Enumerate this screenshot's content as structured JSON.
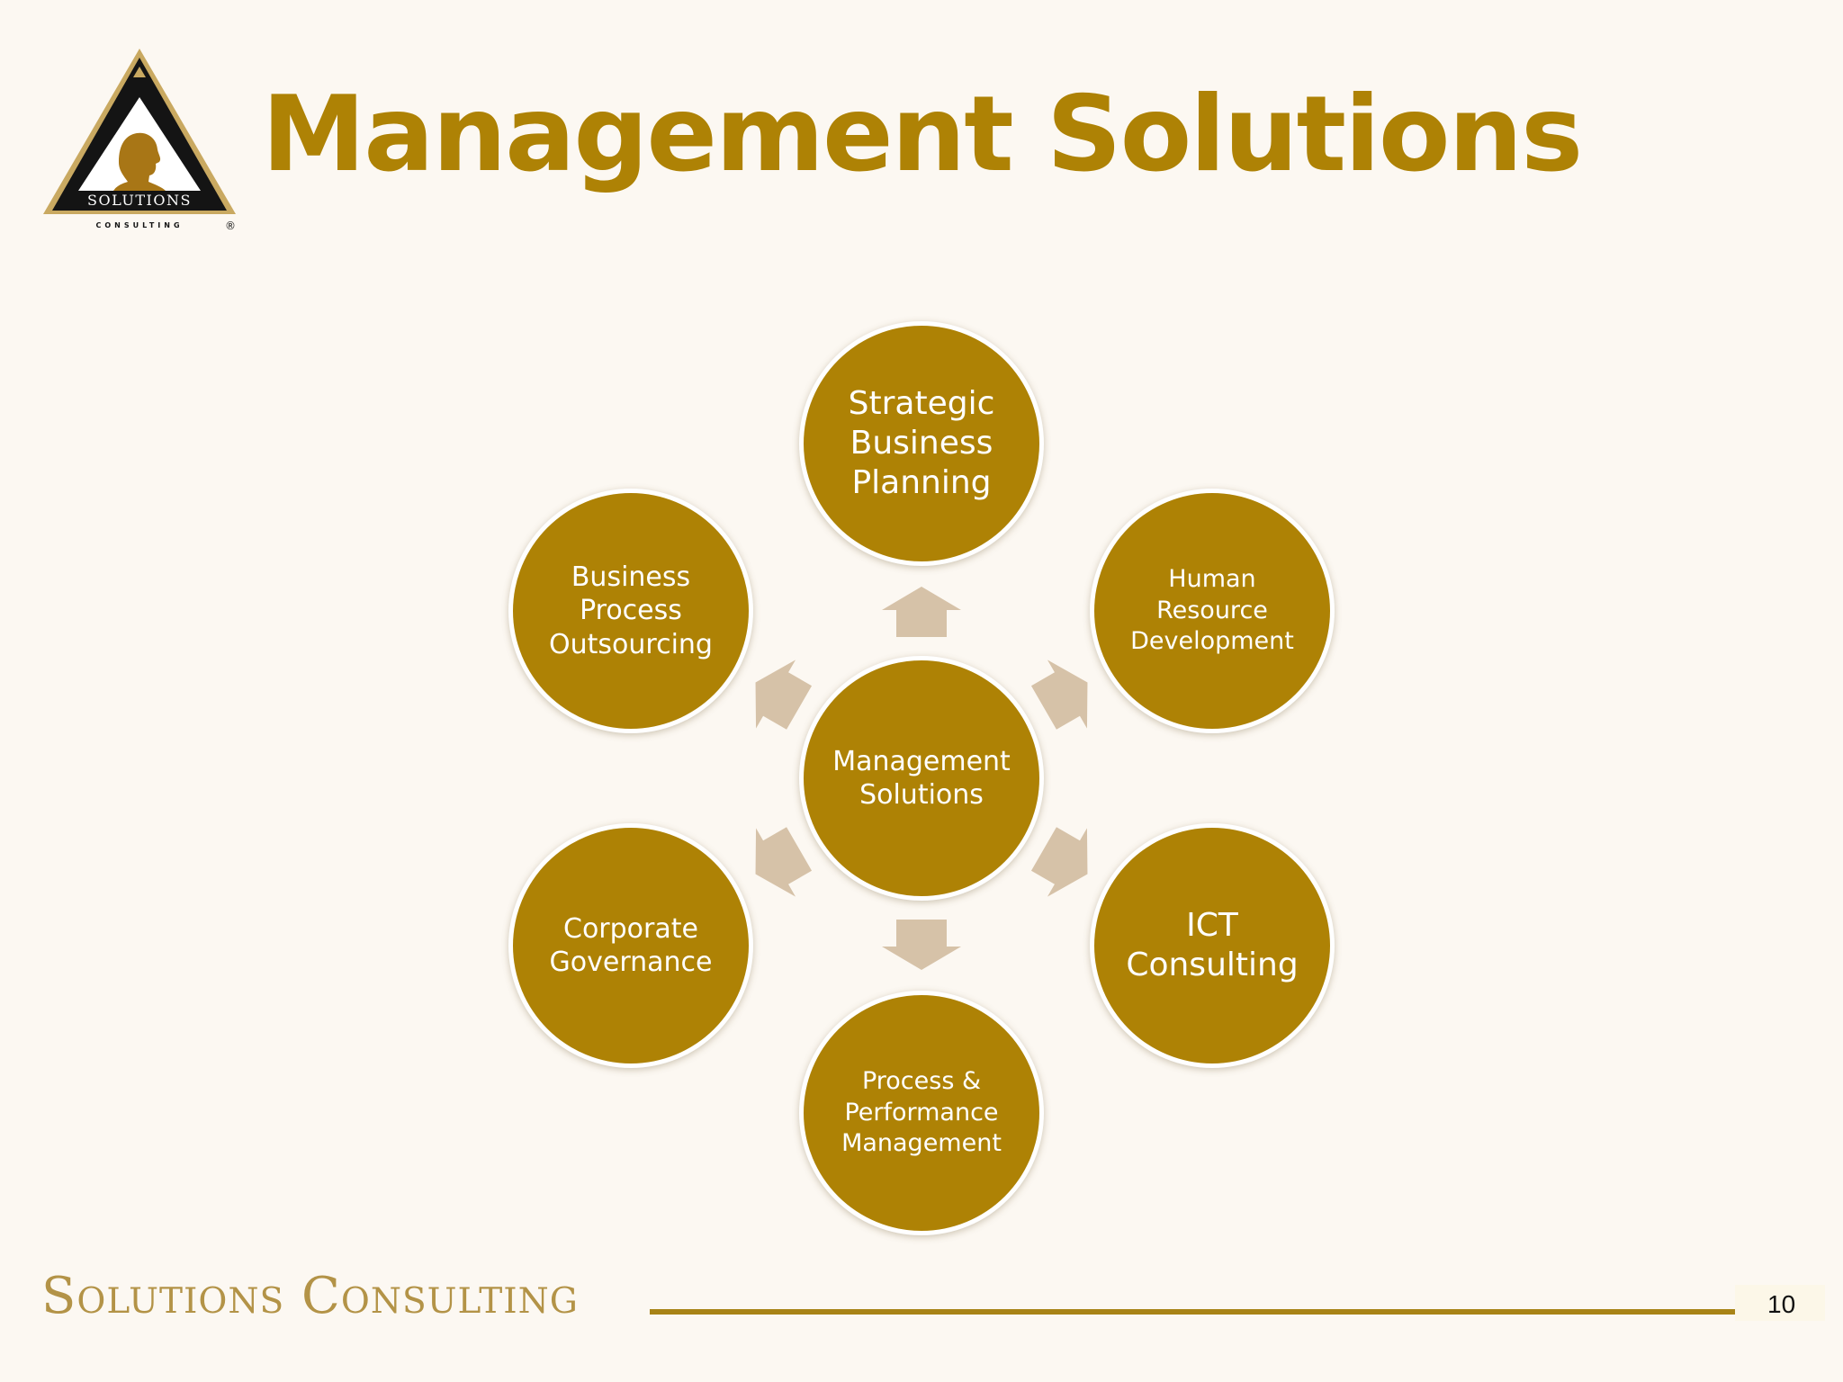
{
  "slide": {
    "title": "Management Solutions",
    "page_number": "10"
  },
  "logo": {
    "wordmark": "SOLUTIONS",
    "sub_wordmark": "CONSULTING",
    "registered_mark": "®"
  },
  "diagram": {
    "center": "Management\nSolutions",
    "nodes": {
      "top": "Strategic\nBusiness\nPlanning",
      "top_right": "Human\nResource\nDevelopment",
      "bottom_right": "ICT\nConsulting",
      "bottom": "Process &\nPerformance\nManagement",
      "bottom_left": "Corporate\nGovernance",
      "top_left": "Business\nProcess\nOutsourcing"
    }
  },
  "footer": {
    "brand": "Solutions Consulting"
  },
  "colors": {
    "accent": "#ae8205",
    "arrow": "#d6c2a8",
    "background": "#fcf8f2",
    "footer_text": "#b39347"
  }
}
